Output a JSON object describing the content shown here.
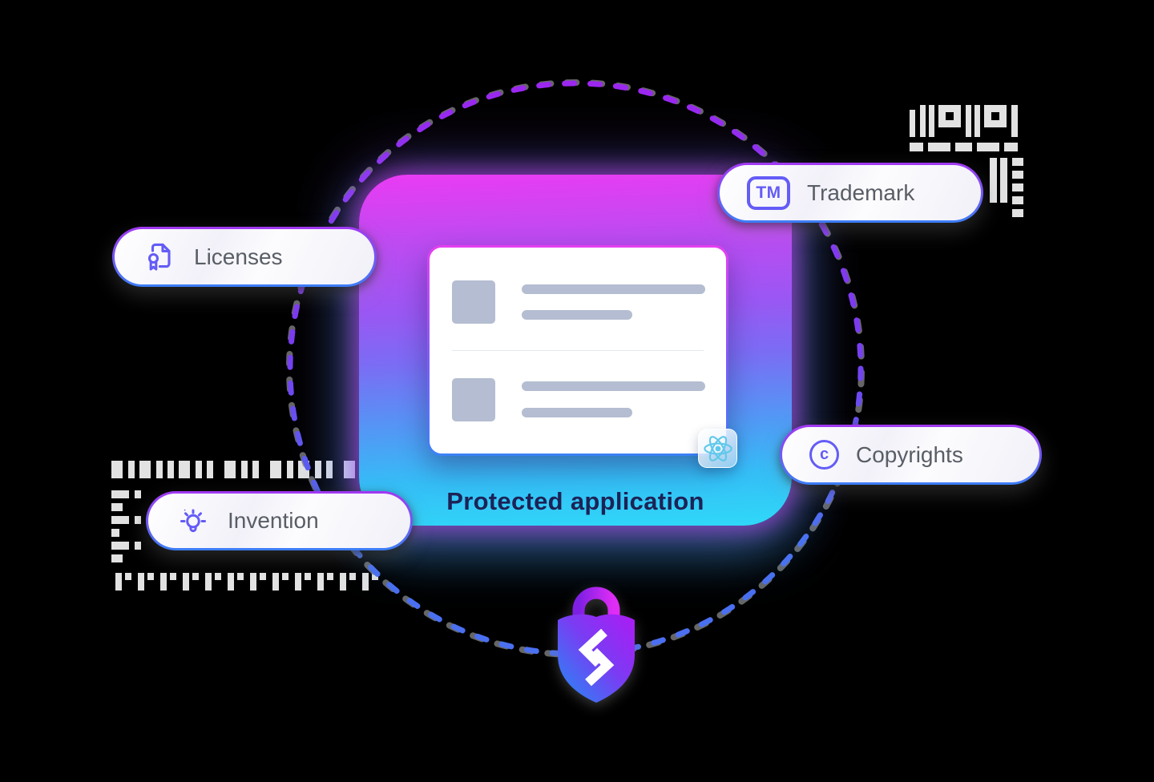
{
  "canvas": {
    "background": "#000000"
  },
  "badges": {
    "trademark": {
      "label": "Trademark",
      "icon": "tm-badge-icon",
      "icon_text": "TM"
    },
    "licenses": {
      "label": "Licenses",
      "icon": "certificate-icon"
    },
    "invention": {
      "label": "Invention",
      "icon": "lightbulb-icon"
    },
    "copyrights": {
      "label": "Copyrights",
      "icon": "copyright-icon",
      "icon_letter": "c"
    }
  },
  "center": {
    "caption": "Protected application",
    "framework_icon": "react-icon"
  },
  "colors": {
    "badge_icon": "#645cf6",
    "badge_text": "#595e66",
    "badge_border_top": "#a238f2",
    "badge_border_bottom": "#3b7ef6",
    "caption_text": "#1d2256",
    "skeleton_gray": "#b4bdd1",
    "pattern_gray": "#e2e2e2",
    "react_cyan": "#5fc8ea",
    "orbit_purple": "#9c27f0",
    "orbit_blue": "#4a6ff0",
    "panel_top_magenta": "#ea3bf3",
    "panel_bottom_cyan": "#2fd9f8",
    "lock_purple": "#ad1bf4",
    "lock_blue": "#1f8ef5"
  }
}
